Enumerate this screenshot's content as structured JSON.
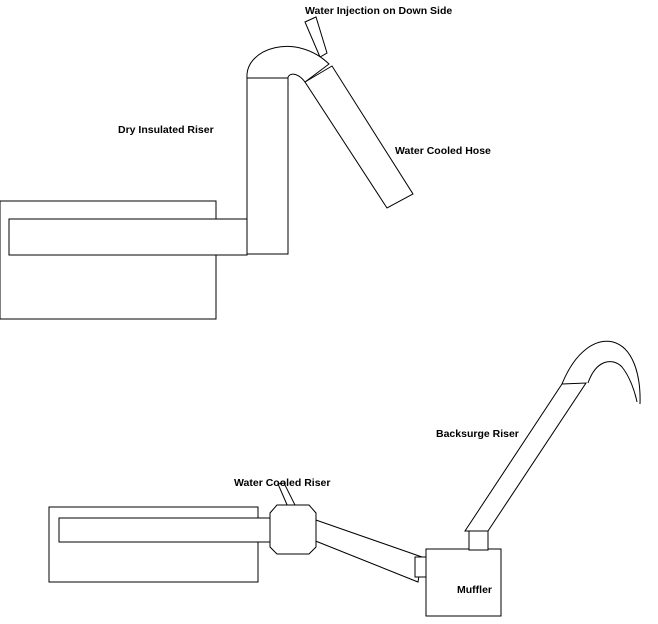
{
  "diagram": {
    "top": {
      "labels": {
        "water_injection": "Water Injection on Down Side",
        "dry_riser": "Dry Insulated Riser",
        "cooled_hose": "Water Cooled Hose"
      }
    },
    "bottom": {
      "labels": {
        "cooled_riser": "Water Cooled Riser",
        "backsurge_riser": "Backsurge Riser",
        "muffler": "Muffler"
      }
    }
  },
  "colors": {
    "stroke": "#000000",
    "background": "#ffffff"
  }
}
